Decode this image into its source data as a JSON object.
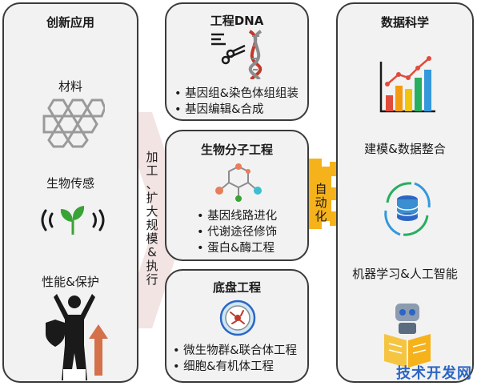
{
  "left_panel": {
    "title": "创新应用",
    "items": [
      {
        "label": "材料",
        "icon": "hexagon-lattice-icon"
      },
      {
        "label": "生物传感",
        "icon": "plant-signal-icon"
      },
      {
        "label": "性能&保护",
        "icon": "person-shield-icon"
      }
    ]
  },
  "center": {
    "dna": {
      "title": "工程DNA",
      "bullets": [
        "基因组&染色体组组装",
        "基因编辑&合成"
      ]
    },
    "molecular": {
      "title": "生物分子工程",
      "bullets": [
        "基因线路进化",
        "代谢途径修饰",
        "蛋白&酶工程"
      ]
    },
    "chassis": {
      "title": "底盘工程",
      "bullets": [
        "微生物群&联合体工程",
        "细胞&有机体工程"
      ]
    }
  },
  "connectors": {
    "left_arrow_text": [
      "加",
      "工",
      "、",
      "扩",
      "大",
      "规",
      "模",
      "&",
      "执",
      "行"
    ],
    "gear_text": [
      "自",
      "动",
      "化"
    ]
  },
  "right_panel": {
    "title": "数据科学",
    "items": [
      {
        "label": "建模&数据整合",
        "icon": "bar-chart-icon"
      },
      {
        "label": "机器学习&人工智能",
        "icon": "database-cycle-icon"
      },
      {
        "label": "",
        "icon": "robot-book-icon"
      }
    ]
  },
  "watermark": "技术开发网",
  "colors": {
    "border": "#3a3a3a",
    "panel_bg": "#f2f2f2",
    "arrow_pink": "#f3e4e4",
    "gear_gold": "#f5b21b",
    "watermark_blue": "#2b66c4"
  }
}
